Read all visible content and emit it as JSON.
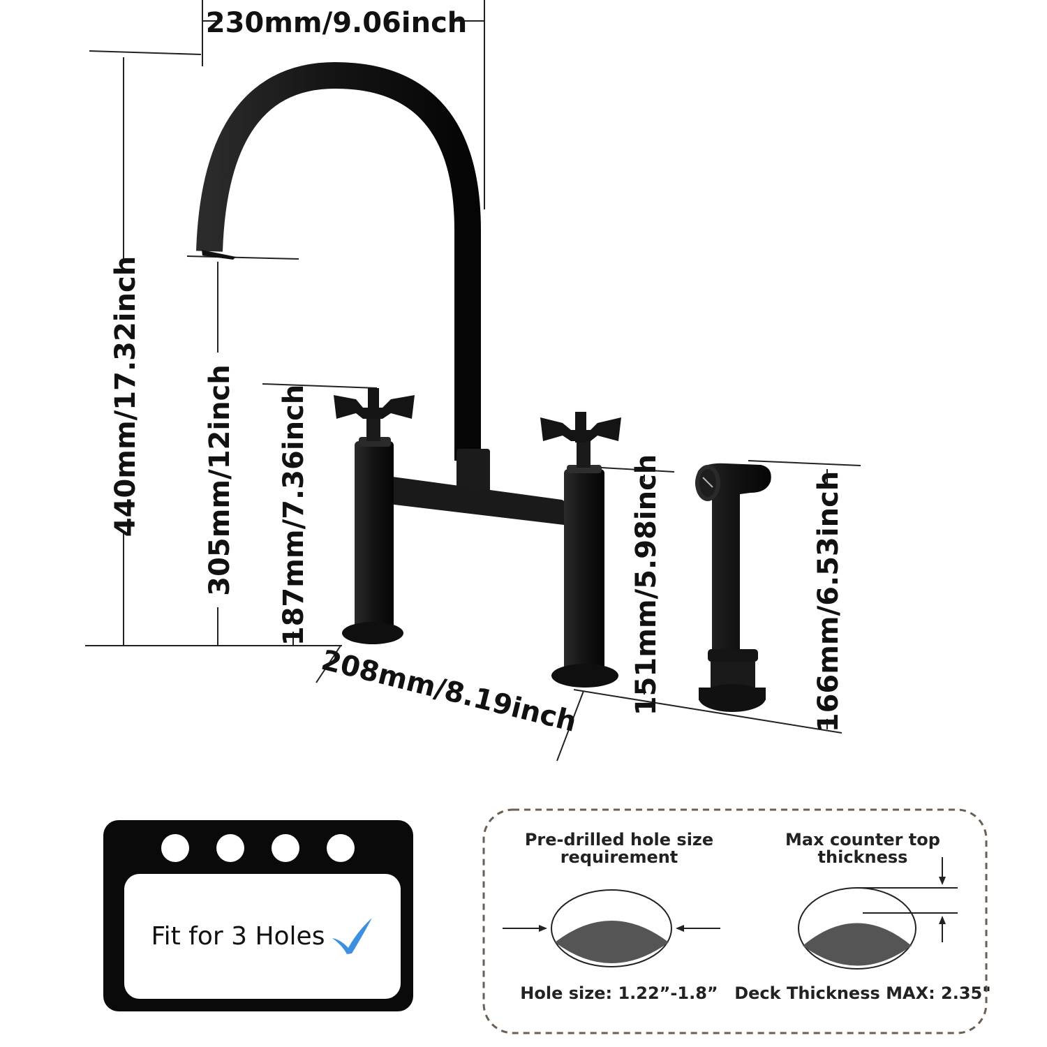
{
  "dimensions": {
    "spout_reach": "230mm/9.06inch",
    "total_height": "440mm/17.32inch",
    "spout_height": "305mm/12inch",
    "handle_height": "187mm/7.36inch",
    "center_spread": "208mm/8.19inch",
    "body_height": "151mm/5.98inch",
    "sprayer_height": "166mm/6.53inch"
  },
  "fit_box": {
    "label": "Fit for 3 Holes",
    "hole_count_shown": 4,
    "check_color": "#3d8fe0"
  },
  "requirements": {
    "hole_title_line1": "Pre-drilled hole size",
    "hole_title_line2": "requirement",
    "hole_size": "Hole size: 1.22”-1.8”",
    "deck_title_line1": "Max counter top",
    "deck_title_line2": "thickness",
    "deck_thickness": "Deck Thickness MAX: 2.35\""
  },
  "colors": {
    "faucet": "#1a1a1a",
    "sink_fill": "#555555",
    "dashed_border": "#6b5e52"
  }
}
